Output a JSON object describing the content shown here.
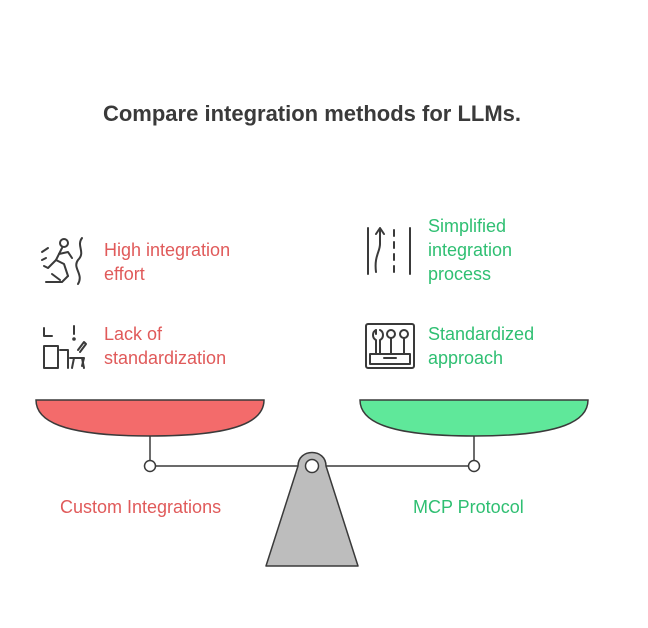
{
  "title": "Compare integration methods for LLMs.",
  "left": {
    "name": "Custom Integrations",
    "color": "#e05a5a",
    "items": [
      {
        "label_lines": [
          "High integration",
          "effort"
        ],
        "icon": "climbing-person-icon"
      },
      {
        "label_lines": [
          "Lack of",
          "standardization"
        ],
        "icon": "broken-desk-icon"
      }
    ]
  },
  "right": {
    "name": "MCP Protocol",
    "color": "#2fbf72",
    "items": [
      {
        "label_lines": [
          "Simplified",
          "integration",
          "process"
        ],
        "icon": "straight-road-icon"
      },
      {
        "label_lines": [
          "Standardized",
          "approach"
        ],
        "icon": "toolbox-icon"
      }
    ]
  },
  "colors": {
    "text_dark": "#3a3a3a",
    "left_pan": "#f36b6b",
    "right_pan": "#5fe89a",
    "stand": "#bdbdbd"
  }
}
